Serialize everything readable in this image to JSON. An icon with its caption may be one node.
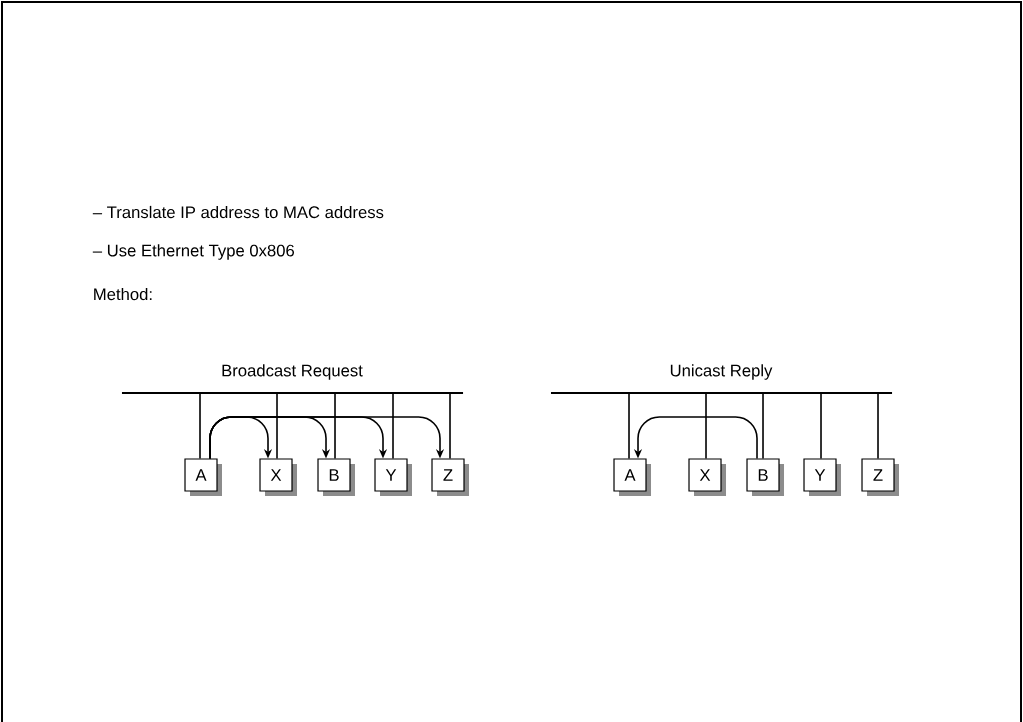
{
  "diagram": {
    "nodes": [
      {
        "text": [],
        "shape": "bar"
      },
      {
        "text": [
          "A"
        ]
      },
      {
        "text": [
          "X"
        ]
      },
      {
        "text": [
          "B"
        ]
      },
      {
        "text": [
          "Y"
        ]
      },
      {
        "text": [
          "Z"
        ]
      },
      {
        "text": [],
        "shape": "bar"
      },
      {
        "text": [
          "A"
        ]
      },
      {
        "text": [
          "X"
        ]
      },
      {
        "text": [
          "B"
        ]
      },
      {
        "text": [
          "Y"
        ]
      },
      {
        "text": [
          "Z"
        ]
      }
    ],
    "edges": [
      {
        "from": 1,
        "to": 0,
        "arrow": "none"
      },
      {
        "from": 2,
        "to": 0,
        "arrow": "none"
      },
      {
        "from": 3,
        "to": 0,
        "arrow": "none"
      },
      {
        "from": 4,
        "to": 0,
        "arrow": "none"
      },
      {
        "from": 5,
        "to": 0,
        "arrow": "none"
      },
      {
        "from": 1,
        "to": 2,
        "arrow": "to"
      },
      {
        "from": 1,
        "to": 3,
        "arrow": "to"
      },
      {
        "from": 1,
        "to": 4,
        "arrow": "to"
      },
      {
        "from": 1,
        "to": 5,
        "arrow": "to"
      },
      {
        "from": 7,
        "to": 6,
        "arrow": "none"
      },
      {
        "from": 8,
        "to": 6,
        "arrow": "none"
      },
      {
        "from": 9,
        "to": 6,
        "arrow": "none"
      },
      {
        "from": 10,
        "to": 6,
        "arrow": "none"
      },
      {
        "from": 11,
        "to": 6,
        "arrow": "none"
      },
      {
        "from": 9,
        "to": 7,
        "arrow": "to"
      }
    ],
    "labels": [
      "– Translate IP address to MAC address",
      "– Use Ethernet Type 0x806",
      "Method:",
      "Broadcast Request",
      "Unicast Reply"
    ]
  }
}
